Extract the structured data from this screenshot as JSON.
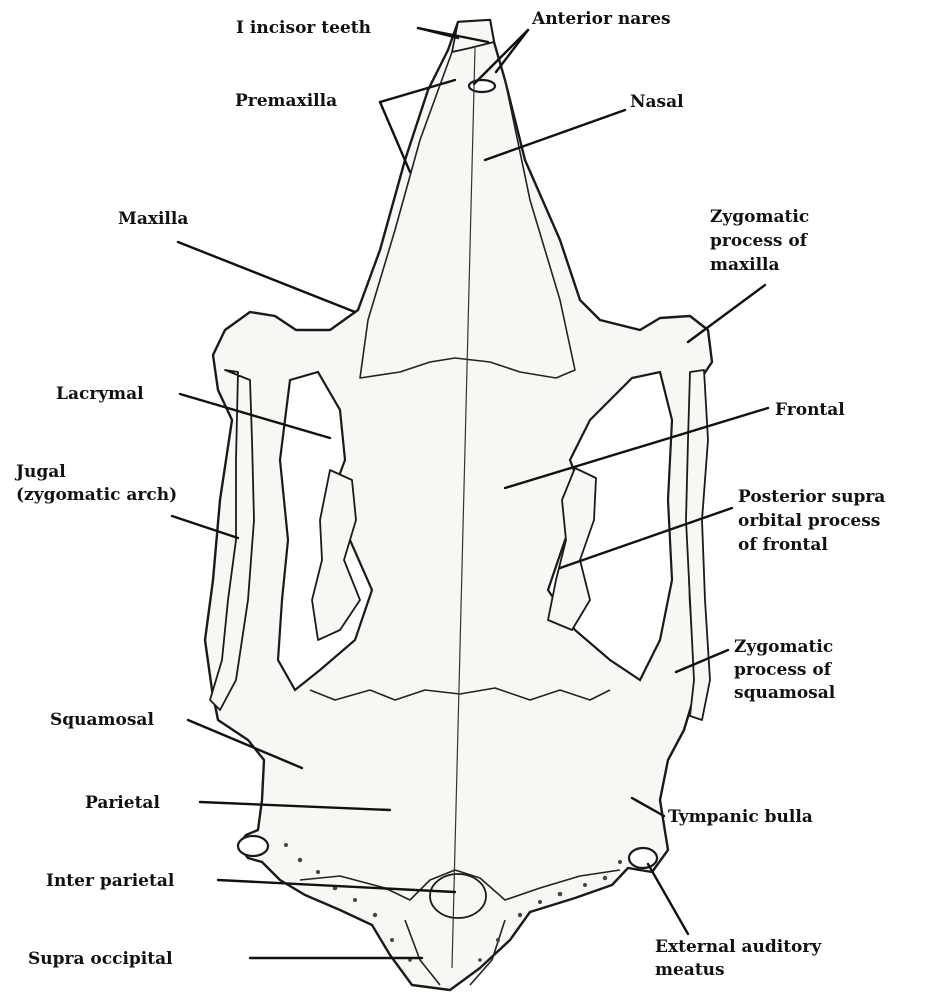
{
  "labels": {
    "incisor_teeth": "I incisor teeth",
    "anterior_nares": "Anterior nares",
    "premaxilla": "Premaxilla",
    "nasal": "Nasal",
    "maxilla": "Maxilla",
    "zygomatic_maxilla": [
      "Zygomatic",
      "process of",
      "maxilla"
    ],
    "lacrymal": "Lacrymal",
    "frontal": "Frontal",
    "jugal": [
      "Jugal",
      "(zygomatic arch)"
    ],
    "posterior_supra": [
      "Posterior supra",
      "orbital process",
      "of frontal"
    ],
    "zygomatic_squamosal": [
      "Zygomatic",
      "process of",
      "squamosal"
    ],
    "squamosal": "Squamosal",
    "parietal": "Parietal",
    "tympanic_bulla": "Tympanic bulla",
    "inter_parietal": "Inter parietal",
    "supra_occipital": "Supra occipital",
    "external_auditory": [
      "External auditory",
      "meatus"
    ]
  }
}
